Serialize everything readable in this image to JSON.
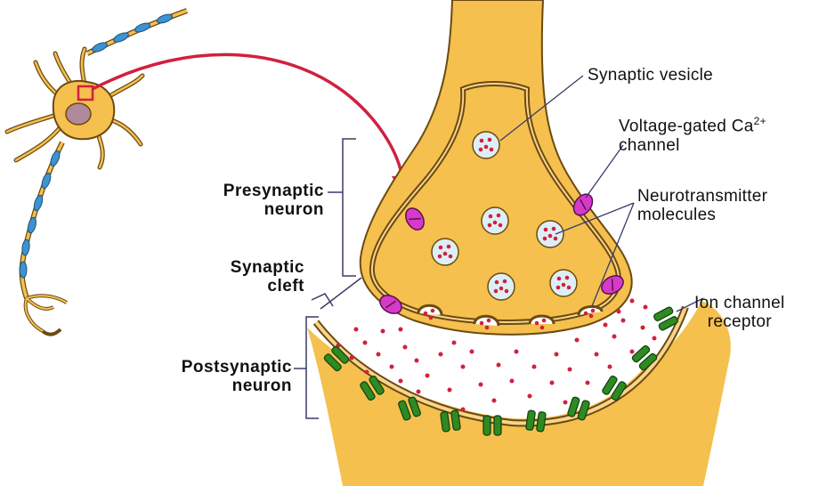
{
  "labels": {
    "presynaptic": [
      "Presynaptic",
      "neuron"
    ],
    "synaptic_cleft": [
      "Synaptic",
      "cleft"
    ],
    "postsynaptic": [
      "Postsynaptic",
      "neuron"
    ],
    "synaptic_vesicle": "Synaptic vesicle",
    "ca_channel": {
      "line1": "Voltage-gated Ca",
      "superscript": "2+",
      "line2": "channel"
    },
    "neurotransmitter": [
      "Neurotransmitter",
      "molecules"
    ],
    "ion_channel": [
      "Ion channel",
      "receptor"
    ]
  },
  "colors": {
    "neuron_fill": "#F5C04E",
    "neuron_outline": "#6B4A12",
    "vesicle_fill": "#DDEFF5",
    "vesicle_dot": "#D0213F",
    "ca_channel": "#D63AC8",
    "ion_channel": "#2E8A22",
    "myelin": "#3C93D0",
    "arrow": "#D0213F",
    "nucleus": "#B08A9A"
  }
}
